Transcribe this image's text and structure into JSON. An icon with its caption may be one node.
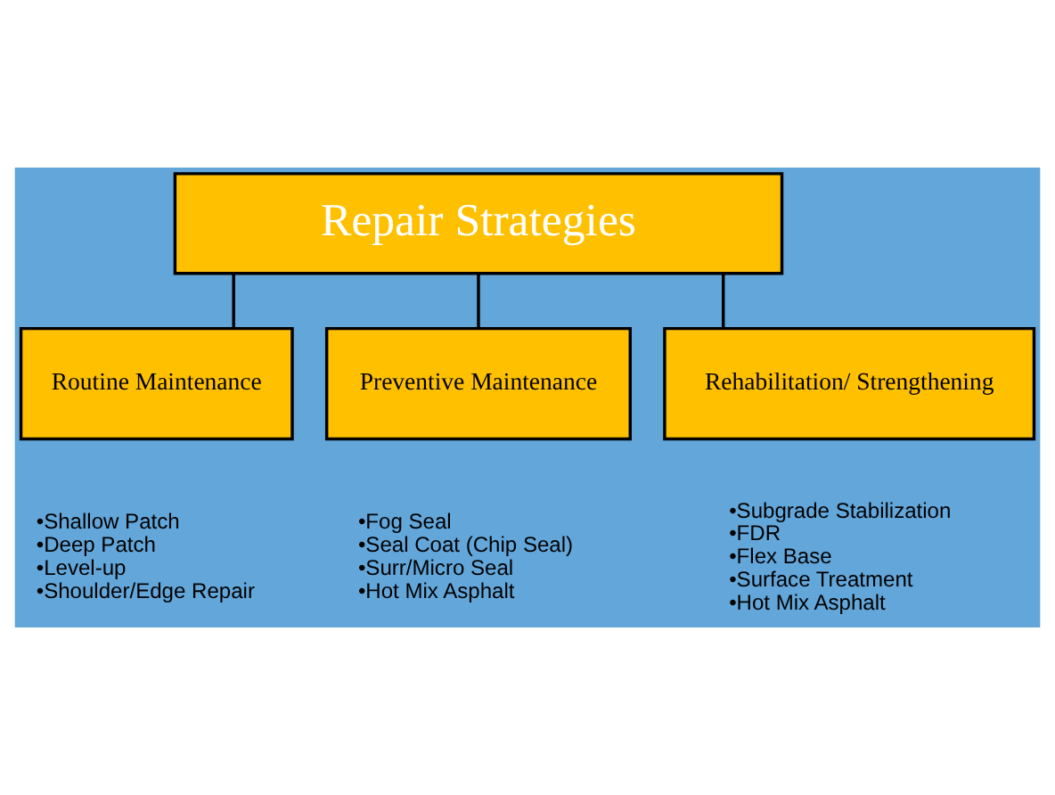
{
  "diagram": {
    "nodes": [
      {
        "text": [
          "Repair Strategies"
        ]
      },
      {
        "text": [
          "Routine Maintenance"
        ],
        "beside": [
          "•Shallow Patch",
          "•Deep Patch",
          "•Level-up",
          "•Shoulder/Edge Repair"
        ]
      },
      {
        "text": [
          "Preventive Maintenance"
        ],
        "beside": [
          "•Fog Seal",
          "•Seal Coat (Chip Seal)",
          "•Surr/Micro Seal",
          "•Hot Mix Asphalt"
        ]
      },
      {
        "text": [
          "Rehabilitation/ Strengthening"
        ],
        "beside": [
          "•Subgrade Stabilization",
          "•FDR",
          "•Flex Base",
          "•Surface Treatment",
          "•Hot Mix Asphalt"
        ]
      }
    ],
    "edges": [
      {
        "from": 0,
        "to": 1,
        "arrow": "none"
      },
      {
        "from": 0,
        "to": 2,
        "arrow": "none"
      },
      {
        "from": 0,
        "to": 3,
        "arrow": "none"
      }
    ]
  }
}
